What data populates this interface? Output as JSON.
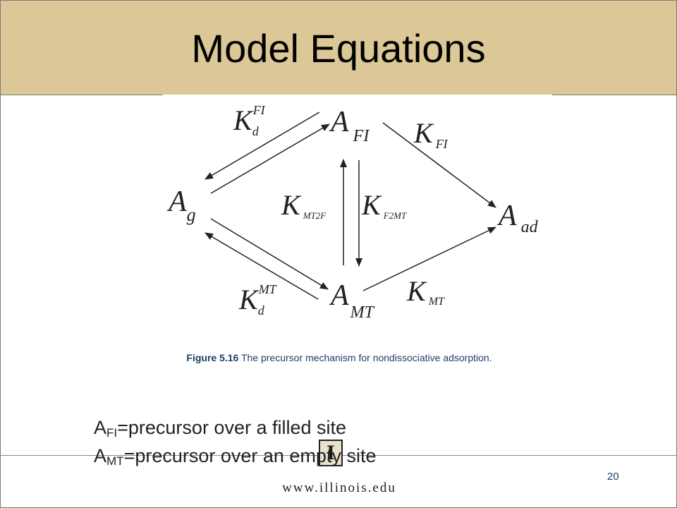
{
  "title": "Model Equations",
  "colors": {
    "title_bg": "#dcc896",
    "caption": "#1f3f6a",
    "page_number": "#1f3f6a"
  },
  "diagram": {
    "nodes": {
      "ag": {
        "base": "A",
        "sub": "g"
      },
      "afi": {
        "base": "A",
        "sub": "FI"
      },
      "amt": {
        "base": "A",
        "sub": "MT"
      },
      "aad": {
        "base": "A",
        "sub": "ad"
      }
    },
    "rates": {
      "kd_fi": {
        "base": "K",
        "sub": "d",
        "sup": "FI"
      },
      "k_fi": {
        "base": "K",
        "sub": "FI"
      },
      "k_mt2f": {
        "base": "K",
        "sub": "MT2F"
      },
      "k_f2mt": {
        "base": "K",
        "sub": "F2MT"
      },
      "kd_mt": {
        "base": "K",
        "sub": "d",
        "sup": "MT"
      },
      "k_mt": {
        "base": "K",
        "sub": "MT"
      }
    }
  },
  "caption": {
    "figure_label": "Figure 5.16",
    "text": "The precursor mechanism for nondissociative adsorption."
  },
  "definitions": [
    {
      "base": "A",
      "sub": "FI",
      "text": "=precursor over a filled site"
    },
    {
      "base": "A",
      "sub": "MT",
      "text": "=precursor over an empty site"
    }
  ],
  "footer": {
    "url": "www.illinois.edu",
    "logo_letter": "I",
    "page_number": "20"
  }
}
